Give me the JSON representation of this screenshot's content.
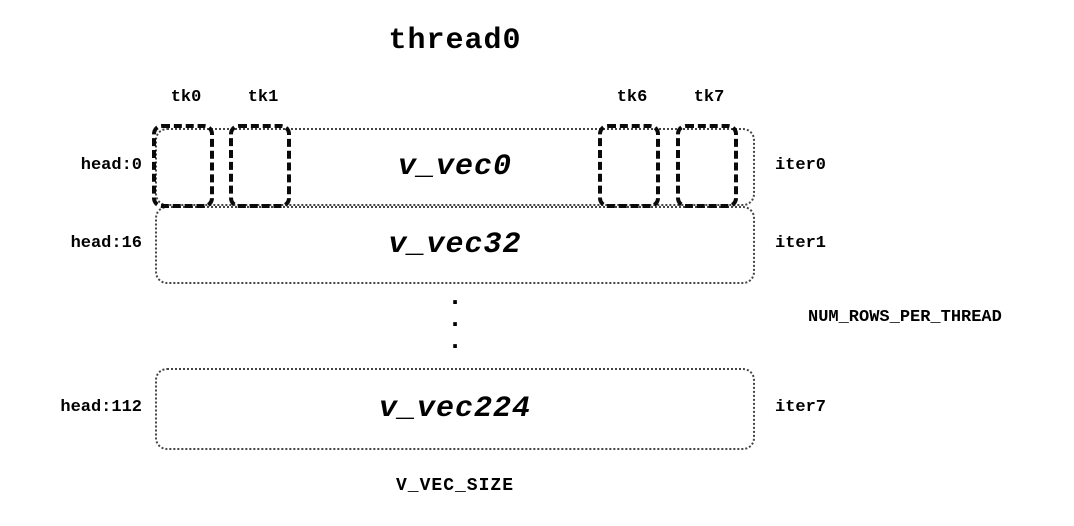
{
  "title": "thread0",
  "tk_labels": [
    "tk0",
    "tk1",
    "tk6",
    "tk7"
  ],
  "rows": [
    {
      "head": "head:0",
      "label": "v_vec0",
      "iter": "iter0"
    },
    {
      "head": "head:16",
      "label": "v_vec32",
      "iter": "iter1"
    },
    {
      "head": "head:112",
      "label": "v_vec224",
      "iter": "iter7"
    }
  ],
  "ellipsis": ".\n.\n.",
  "right_label": "NUM_ROWS_PER_THREAD",
  "bottom_label": "V_VEC_SIZE",
  "colors": {
    "ink": "#000000",
    "box_border": "#444444",
    "background": "#ffffff"
  }
}
